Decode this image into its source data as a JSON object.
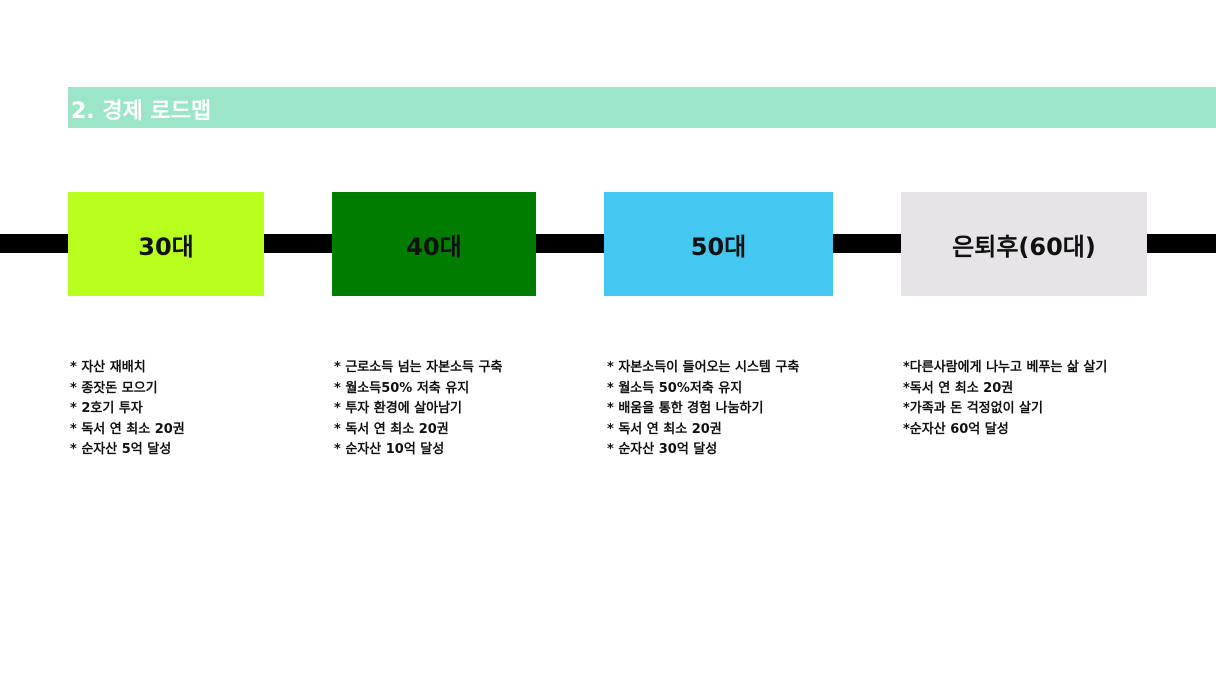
{
  "title": "2. 경제 로드맵",
  "stages": [
    {
      "label": "30대",
      "color": "#b8ff1e",
      "items": [
        "* 자산 재배치",
        "* 종잣돈 모으기",
        "* 2호기 투자",
        "* 독서 연 최소 20권",
        "* 순자산 5억 달성"
      ]
    },
    {
      "label": "40대",
      "color": "#007d00",
      "items": [
        "* 근로소득 넘는 자본소득 구축",
        "* 월소득50% 저축 유지",
        "* 투자 환경에 살아남기",
        "* 독서 연 최소 20권",
        "* 순자산 10억 달성"
      ]
    },
    {
      "label": "50대",
      "color": "#44c8f0",
      "items": [
        "* 자본소득이 들어오는 시스템 구축",
        "* 월소득 50%저축 유지",
        "* 배움을 통한 경험 나눔하기",
        "* 독서 연 최소 20권",
        "* 순자산 30억 달성"
      ]
    },
    {
      "label": "은퇴후(60대)",
      "color": "#e6e4e6",
      "items": [
        "*다른사람에게 나누고 베푸는 삶 살기",
        "*독서 연 최소 20권",
        "*가족과 돈 걱정없이 살기",
        "*순자산 60억 달성"
      ]
    }
  ]
}
